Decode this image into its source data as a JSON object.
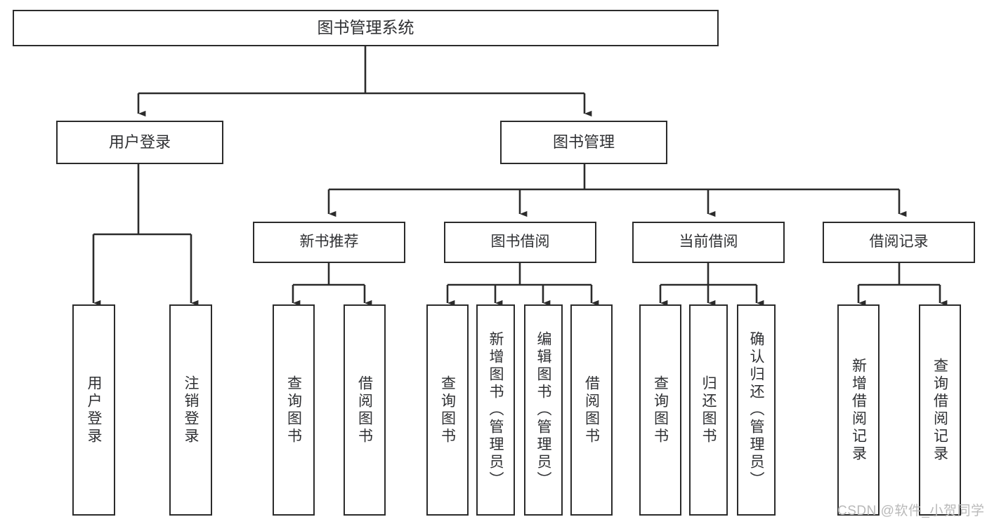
{
  "diagram": {
    "title": "图书管理系统",
    "type": "hierarchical-tree",
    "watermark": "CSDN @软件_小贺同学",
    "colors": {
      "box_border": "#2b2b2b",
      "box_fill": "#ffffff",
      "text": "#2f3033",
      "edge": "#2b2b2b",
      "watermark": "#b9b9b9",
      "background": "#ffffff"
    },
    "nodes": {
      "root": {
        "label": "图书管理系统"
      },
      "level2": [
        {
          "id": "user-login",
          "label": "用户登录"
        },
        {
          "id": "book-manage",
          "label": "图书管理"
        }
      ],
      "level3": [
        {
          "id": "new-book-recommend",
          "label": "新书推荐"
        },
        {
          "id": "book-borrow",
          "label": "图书借阅"
        },
        {
          "id": "current-borrow",
          "label": "当前借阅"
        },
        {
          "id": "borrow-record",
          "label": "借阅记录"
        }
      ],
      "leaves": {
        "user-login": [
          {
            "id": "leaf-user-login",
            "label": "用户登录"
          },
          {
            "id": "leaf-logout",
            "label": "注销登录"
          }
        ],
        "new-book-recommend": [
          {
            "id": "leaf-query-book-1",
            "label": "查询图书"
          },
          {
            "id": "leaf-borrow-book-1",
            "label": "借阅图书"
          }
        ],
        "book-borrow": [
          {
            "id": "leaf-query-book-2",
            "label": "查询图书"
          },
          {
            "id": "leaf-add-book",
            "label": "新增图书（管理员）"
          },
          {
            "id": "leaf-edit-book",
            "label": "编辑图书（管理员）"
          },
          {
            "id": "leaf-borrow-book-2",
            "label": "借阅图书"
          }
        ],
        "current-borrow": [
          {
            "id": "leaf-query-book-3",
            "label": "查询图书"
          },
          {
            "id": "leaf-return-book",
            "label": "归还图书"
          },
          {
            "id": "leaf-confirm-return",
            "label": "确认归还（管理员）"
          }
        ],
        "borrow-record": [
          {
            "id": "leaf-add-record",
            "label": "新增借阅记录"
          },
          {
            "id": "leaf-query-record",
            "label": "查询借阅记录"
          }
        ]
      }
    }
  }
}
